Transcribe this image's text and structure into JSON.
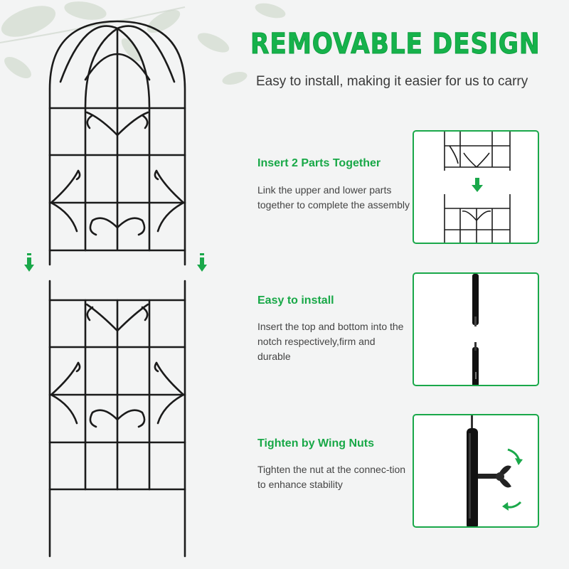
{
  "title": "REMOVABLE DESIGN",
  "subtitle": "Easy to install, making it easier for us to carry",
  "features": [
    {
      "title": "Insert 2 Parts Together",
      "description": "Link the upper and lower parts together to complete the assembly",
      "image_icon": "parts-join-illustration"
    },
    {
      "title": "Easy to install",
      "description": "Insert the top and bottom into the notch respectively,firm and durable",
      "image_icon": "pole-notch-illustration"
    },
    {
      "title": "Tighten by Wing Nuts",
      "description": "Tighten the nut at the connec-tion to enhance stability",
      "image_icon": "wing-nut-illustration"
    }
  ],
  "colors": {
    "accent": "#16b24b",
    "frame": "#1b1b1b",
    "background": "#f3f4f4"
  }
}
